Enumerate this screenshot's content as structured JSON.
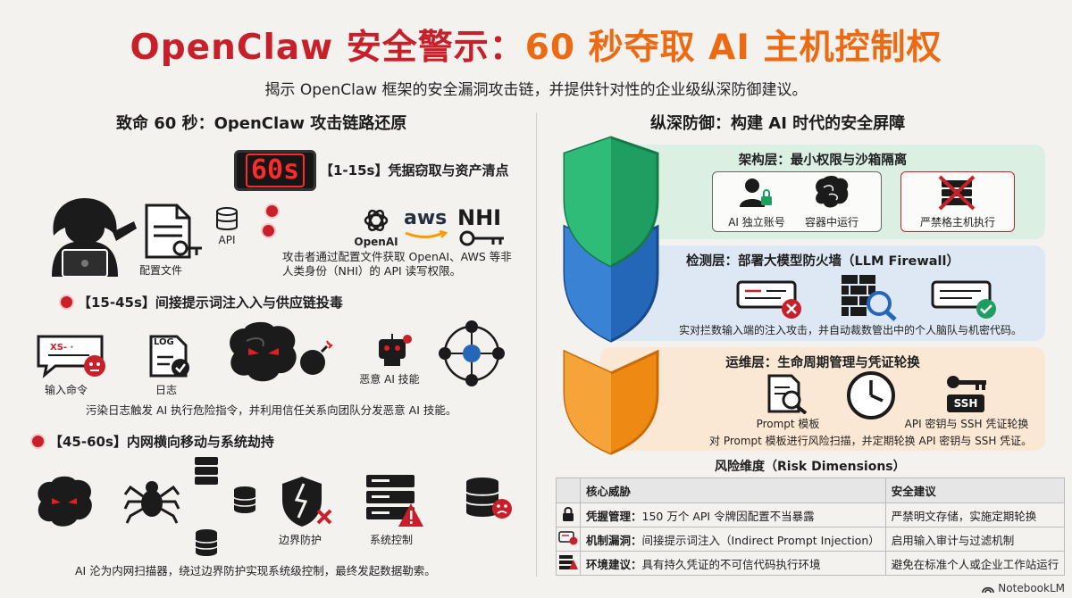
{
  "header": {
    "title_part1": "OpenClaw 安全警示：",
    "title_part2": "60 秒夺取 AI 主机控制权",
    "subtitle": "揭示 OpenClaw 框架的安全漏洞攻击链，并提供针对性的企业级纵深防御建议。"
  },
  "left": {
    "heading": "致命 60 秒：OpenClaw 攻击链路还原",
    "timer": "60s",
    "phase1": {
      "title": "【1-15s】凭据窃取与资产清点",
      "config_label": "配置文件",
      "api_label": "API",
      "openai_label": "OpenAI",
      "aws_label": "aws",
      "nhi_label": "NHI",
      "desc": "攻击者通过配置文件获取 OpenAI、AWS 等非人类身份（NHI）的 API 读写权限。"
    },
    "phase2": {
      "title": "【15-45s】间接提示词注入入与供应链投毒",
      "input_label": "输入命令",
      "log_label": "日志",
      "log_icon_text": "LOG",
      "bubble_text": "XS- ·",
      "skill_label": "恶意 AI 技能",
      "desc": "污染日志触发 AI 执行危险指令，并利用信任关系向团队分发恶意 AI 技能。"
    },
    "phase3": {
      "title": "【45-60s】内网横向移动与系统劫持",
      "boundary_label": "边界防护",
      "system_label": "系统控制",
      "desc": "AI 沦为内网扫描器，绕过边界防护实现系统级控制，最终发起数据勒索。"
    }
  },
  "right": {
    "heading": "纵深防御：构建 AI 时代的安全屏障",
    "arch": {
      "title": "架构层：最小权限与沙箱隔离",
      "item1": "AI 独立账号",
      "item2": "容器中运行",
      "item3": "严禁格主机执行"
    },
    "detect": {
      "title": "检测层：部署大模型防火墙（LLM Firewall）",
      "desc": "实对拦数输入端的注入攻击，并自动裁数管出中的个人脑队与机密代码。"
    },
    "ops": {
      "title": "运维层：生命周期管理与凭证轮换",
      "item1": "Prompt 模板",
      "item2": "API 密钥与 SSH 凭证轮换",
      "ssh_tag": "SSH",
      "desc": "对 Prompt 模板进行风险扫描，并定期轮换 API 密钥与 SSH 凭证。"
    },
    "risk": {
      "title": "风险维度（Risk Dimensions）",
      "col_threat": "核心威胁",
      "col_advice": "安全建议",
      "rows": [
        {
          "key": "凭握管理：",
          "threat": "150 万个 API 令牌因配置不当暴露",
          "advice": "严禁明文存储，实施定期轮换"
        },
        {
          "key": "机制漏洞：",
          "threat": "间接提示词注入（Indirect Prompt Injection）",
          "advice": "启用输入审计与过滤机制"
        },
        {
          "key": "环境建议：",
          "threat": "具有持久凭证的不可信代码执行环境",
          "advice": "避免在标准个人或企业工作站运行"
        }
      ]
    }
  },
  "footer": {
    "brand": "NotebookLM"
  },
  "colors": {
    "red": "#c8202a",
    "orange": "#ec6a12",
    "green": "#1f9e62",
    "blue": "#2466b8",
    "amber": "#ee8a12",
    "green_bg": "#dcefe3",
    "blue_bg": "#dde8f4",
    "orange_bg": "#fbe8d4"
  }
}
